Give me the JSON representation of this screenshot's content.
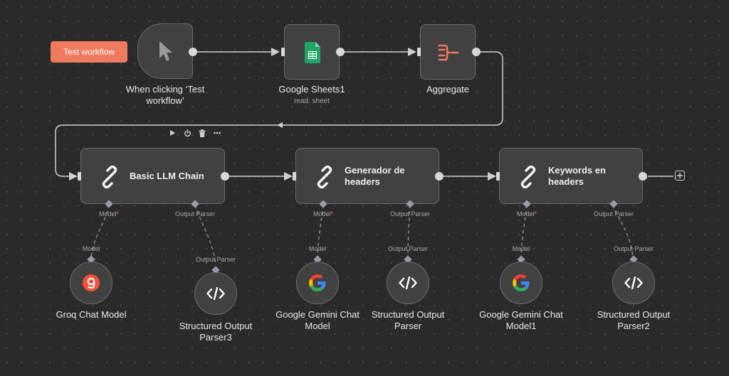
{
  "canvas": {
    "test_button_label": "Test workflow"
  },
  "nodes": {
    "trigger": {
      "label": "When clicking ‘Test workflow’",
      "icon": "cursor-icon"
    },
    "sheets": {
      "label": "Google Sheets1",
      "subtitle": "read: sheet",
      "icon": "google-sheets-icon"
    },
    "aggregate": {
      "label": "Aggregate",
      "icon": "aggregate-icon"
    },
    "chain1": {
      "label": "Basic LLM Chain",
      "icon": "link-icon"
    },
    "chain2": {
      "label": "Generador de headers",
      "icon": "link-icon"
    },
    "chain3": {
      "label": "Keywords en headers",
      "icon": "link-icon"
    }
  },
  "toolbar": {
    "items": [
      "play-icon",
      "power-icon",
      "trash-icon",
      "more-icon"
    ]
  },
  "ports": {
    "model": "Model",
    "model_required": "*",
    "output_parser": "Output Parser"
  },
  "sub_nodes": {
    "groq": {
      "label": "Groq Chat Model",
      "icon": "groq-icon"
    },
    "parser3": {
      "label": "Structured Output Parser3",
      "icon": "code-icon"
    },
    "gemini": {
      "label": "Google Gemini Chat Model",
      "icon": "google-icon"
    },
    "parser": {
      "label": "Structured Output Parser",
      "icon": "code-icon"
    },
    "gemini1": {
      "label": "Google Gemini Chat Model1",
      "icon": "google-icon"
    },
    "parser2": {
      "label": "Structured Output Parser2",
      "icon": "code-icon"
    }
  },
  "colors": {
    "accent": "#ef7a5d",
    "background": "#2a2a2a",
    "node": "#414141",
    "sheets_green": "#21a464",
    "aggregate_orange": "#ef7a5d",
    "required": "#ff6d6d"
  }
}
